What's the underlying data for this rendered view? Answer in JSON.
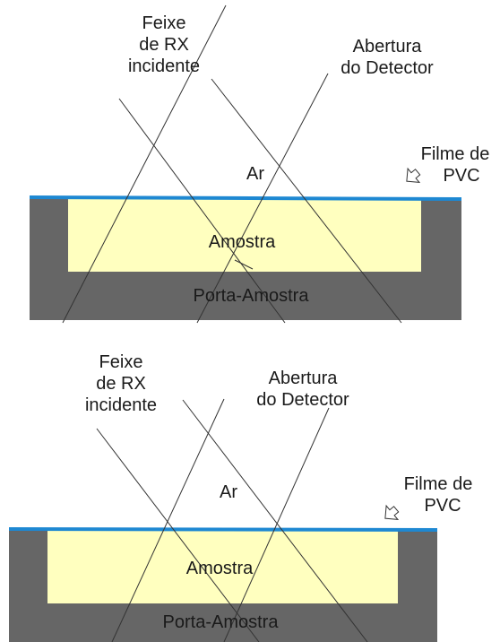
{
  "colors": {
    "holder": "#666666",
    "sample": "#ffffbf",
    "film": "#1e88d2",
    "line": "#333333",
    "background": "#ffffff"
  },
  "diagrams": [
    {
      "beam_label": [
        "Feixe",
        "de RX",
        "incidente"
      ],
      "detector_label": [
        "Abertura",
        "do Detector"
      ],
      "air_label": "Ar",
      "film_label": [
        "Filme de",
        "PVC"
      ],
      "sample_label": "Amostra",
      "holder_label": "Porta-Amostra"
    },
    {
      "beam_label": [
        "Feixe",
        "de RX",
        "incidente"
      ],
      "detector_label": [
        "Abertura",
        "do Detector"
      ],
      "air_label": "Ar",
      "film_label": [
        "Filme de",
        "PVC"
      ],
      "sample_label": "Amostra",
      "holder_label": "Porta-Amostra"
    }
  ]
}
